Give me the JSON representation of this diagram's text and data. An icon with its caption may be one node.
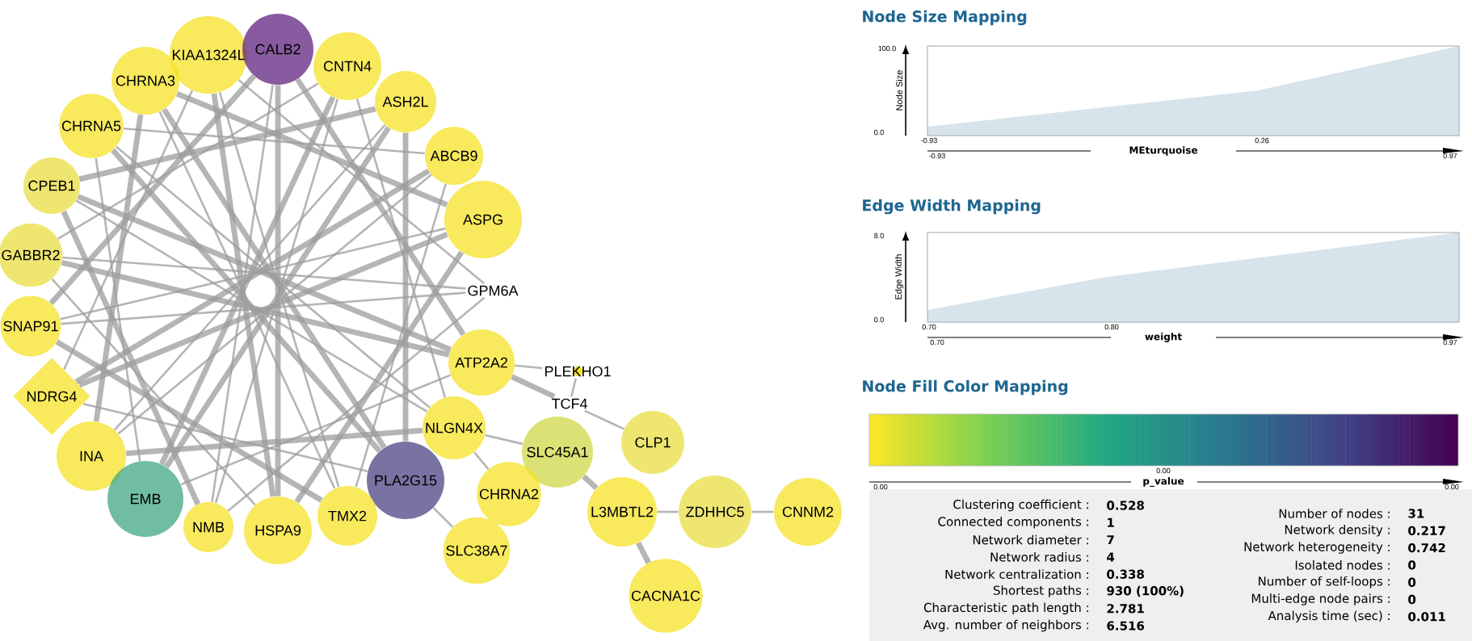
{
  "diagram": {
    "nodes": [
      {
        "text": [
          "KIAA1324L"
        ]
      },
      {
        "text": [
          "CALB2"
        ]
      },
      {
        "text": [
          "CNTN4"
        ]
      },
      {
        "text": [
          "CHRNA3"
        ]
      },
      {
        "text": [
          "ASH2L"
        ]
      },
      {
        "text": [
          "CHRNA5"
        ]
      },
      {
        "text": [
          "ABCB9"
        ]
      },
      {
        "text": [
          "CPEB1"
        ]
      },
      {
        "text": [
          "ASPG"
        ]
      },
      {
        "text": [
          "GABBR2"
        ]
      },
      {
        "text": [
          "GPM6A"
        ]
      },
      {
        "text": [
          "SNAP91"
        ]
      },
      {
        "text": [
          "ATP2A2"
        ]
      },
      {
        "text": [
          "NDRG4"
        ]
      },
      {
        "text": [
          "PLEKHO1"
        ]
      },
      {
        "text": [
          "NLGN4X"
        ]
      },
      {
        "text": [
          "TCF4"
        ]
      },
      {
        "text": [
          "INA"
        ]
      },
      {
        "text": [
          "SLC45A1"
        ]
      },
      {
        "text": [
          "PLA2G15"
        ]
      },
      {
        "text": [
          "CLP1"
        ]
      },
      {
        "text": [
          "EMB"
        ]
      },
      {
        "text": [
          "TMX2"
        ]
      },
      {
        "text": [
          "CHRNA2"
        ]
      },
      {
        "text": [
          "NMB"
        ]
      },
      {
        "text": [
          "HSPA9"
        ]
      },
      {
        "text": [
          "L3MBTL2"
        ]
      },
      {
        "text": [
          "ZDHHC5"
        ]
      },
      {
        "text": [
          "CNNM2"
        ]
      },
      {
        "text": [
          "SLC38A7"
        ]
      },
      {
        "text": [
          "CACNA1C"
        ]
      }
    ],
    "edges": [
      {
        "from": 1,
        "to": 12,
        "arrow": "none",
        "style": "thick"
      },
      {
        "from": 1,
        "to": 24,
        "arrow": "none"
      },
      {
        "from": 2,
        "to": 15,
        "arrow": "none"
      },
      {
        "from": 2,
        "to": 21,
        "arrow": "none",
        "style": "thick"
      },
      {
        "from": 4,
        "to": 19,
        "arrow": "none",
        "style": "thick"
      },
      {
        "from": 4,
        "to": 17,
        "arrow": "none"
      },
      {
        "from": 6,
        "to": 22,
        "arrow": "none"
      },
      {
        "from": 6,
        "to": 13,
        "arrow": "none",
        "style": "thick"
      },
      {
        "from": 8,
        "to": 25,
        "arrow": "none",
        "style": "thick"
      },
      {
        "from": 8,
        "to": 11,
        "arrow": "none"
      },
      {
        "from": 10,
        "to": 24,
        "arrow": "none"
      },
      {
        "from": 10,
        "to": 9,
        "arrow": "none"
      },
      {
        "from": 12,
        "to": 21,
        "arrow": "none"
      },
      {
        "from": 12,
        "to": 7,
        "arrow": "none",
        "style": "thick"
      },
      {
        "from": 15,
        "to": 17,
        "arrow": "none",
        "style": "thick"
      },
      {
        "from": 15,
        "to": 5,
        "arrow": "none"
      },
      {
        "from": 19,
        "to": 13,
        "arrow": "none"
      },
      {
        "from": 19,
        "to": 3,
        "arrow": "none",
        "style": "thick"
      },
      {
        "from": 22,
        "to": 11,
        "arrow": "none",
        "style": "thick"
      },
      {
        "from": 22,
        "to": 0,
        "arrow": "none"
      },
      {
        "from": 25,
        "to": 9,
        "arrow": "none"
      },
      {
        "from": 25,
        "to": 1,
        "arrow": "none",
        "style": "thick"
      },
      {
        "from": 24,
        "to": 7,
        "arrow": "none",
        "style": "thick"
      },
      {
        "from": 24,
        "to": 2,
        "arrow": "none"
      },
      {
        "from": 21,
        "to": 5,
        "arrow": "none"
      },
      {
        "from": 21,
        "to": 4,
        "arrow": "none",
        "style": "thick"
      },
      {
        "from": 17,
        "to": 3,
        "arrow": "none",
        "style": "thick"
      },
      {
        "from": 17,
        "to": 6,
        "arrow": "none"
      },
      {
        "from": 13,
        "to": 0,
        "arrow": "none"
      },
      {
        "from": 13,
        "to": 8,
        "arrow": "none",
        "style": "thick"
      },
      {
        "from": 11,
        "to": 1,
        "arrow": "none",
        "style": "thick"
      },
      {
        "from": 11,
        "to": 10,
        "arrow": "none"
      },
      {
        "from": 9,
        "to": 2,
        "arrow": "none"
      },
      {
        "from": 9,
        "to": 12,
        "arrow": "none",
        "style": "thick"
      },
      {
        "from": 7,
        "to": 4,
        "arrow": "none",
        "style": "thick"
      },
      {
        "from": 7,
        "to": 15,
        "arrow": "none"
      },
      {
        "from": 5,
        "to": 6,
        "arrow": "none"
      },
      {
        "from": 5,
        "to": 19,
        "arrow": "none",
        "style": "thick"
      },
      {
        "from": 3,
        "to": 8,
        "arrow": "none",
        "style": "thick"
      },
      {
        "from": 3,
        "to": 22,
        "arrow": "none"
      },
      {
        "from": 0,
        "to": 10,
        "arrow": "none"
      },
      {
        "from": 0,
        "to": 25,
        "arrow": "none",
        "style": "thick"
      },
      {
        "from": 12,
        "to": 14,
        "arrow": "none"
      },
      {
        "from": 12,
        "to": 16,
        "arrow": "none",
        "style": "thick"
      },
      {
        "from": 14,
        "to": 16,
        "arrow": "none"
      },
      {
        "from": 16,
        "to": 20,
        "arrow": "none"
      },
      {
        "from": 15,
        "to": 18,
        "arrow": "none"
      },
      {
        "from": 18,
        "to": 26,
        "arrow": "none",
        "style": "thick"
      },
      {
        "from": 26,
        "to": 27,
        "arrow": "none"
      },
      {
        "from": 27,
        "to": 28,
        "arrow": "none"
      },
      {
        "from": 26,
        "to": 30,
        "arrow": "none",
        "style": "thick"
      },
      {
        "from": 19,
        "to": 29,
        "arrow": "none"
      },
      {
        "from": 15,
        "to": 23,
        "arrow": "none"
      }
    ],
    "labels": [
      "Node Size Mapping",
      "100.0",
      "Node Size",
      "0.0",
      "-0.93",
      "0.26",
      "MEturquoise",
      "-0.93",
      "0.97",
      "Edge Width Mapping",
      "8.0",
      "Edge Width",
      "0.0",
      "0.70",
      "0.80",
      "weight",
      "0.70",
      "0.97",
      "Node Fill Color Mapping",
      "0.00",
      "p_value",
      "0.00",
      "0.00",
      "Clustering coefficient :",
      "0.528",
      "Connected components :",
      "1",
      "Network diameter :",
      "7",
      "Network radius :",
      "4",
      "Network centralization :",
      "0.338",
      "Shortest paths :",
      "930 (100%)",
      "Characteristic path length :",
      "2.781",
      "Avg. number of neighbors :",
      "6.516",
      "Number of nodes :",
      "31",
      "Network density :",
      "0.217",
      "Network heterogeneity :",
      "0.742",
      "Isolated nodes :",
      "0",
      "Number of self-loops :",
      "0",
      "Multi-edge node pairs :",
      "0",
      "Analysis time (sec) :",
      "0.011"
    ]
  }
}
